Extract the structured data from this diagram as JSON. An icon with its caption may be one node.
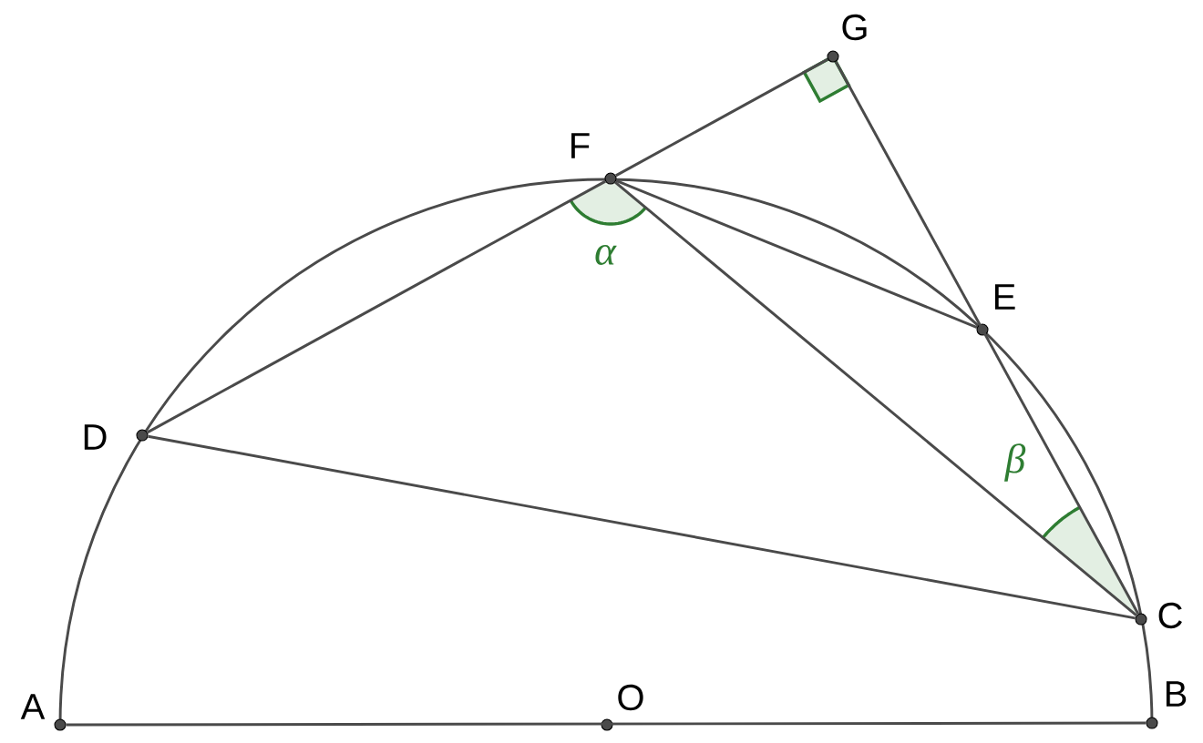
{
  "diagram": {
    "nodes": [
      {
        "text": [
          "G"
        ]
      },
      {
        "text": [
          "F"
        ]
      },
      {
        "text": [
          "E"
        ]
      },
      {
        "text": [
          "D"
        ]
      },
      {
        "text": [
          "C"
        ]
      },
      {
        "text": [
          "A"
        ]
      },
      {
        "text": [
          "O"
        ]
      },
      {
        "text": [
          "B"
        ]
      }
    ],
    "edges": [
      {
        "from": 5,
        "to": 7,
        "arrow": "none"
      },
      {
        "from": 1,
        "to": 0,
        "arrow": "none"
      },
      {
        "from": 0,
        "to": 4,
        "arrow": "none"
      },
      {
        "from": 3,
        "to": 1,
        "arrow": "none"
      },
      {
        "from": 1,
        "to": 2,
        "arrow": "none"
      },
      {
        "from": 1,
        "to": 4,
        "arrow": "none"
      },
      {
        "from": 3,
        "to": 4,
        "arrow": "none"
      }
    ],
    "labels": [
      "α",
      "β"
    ]
  }
}
